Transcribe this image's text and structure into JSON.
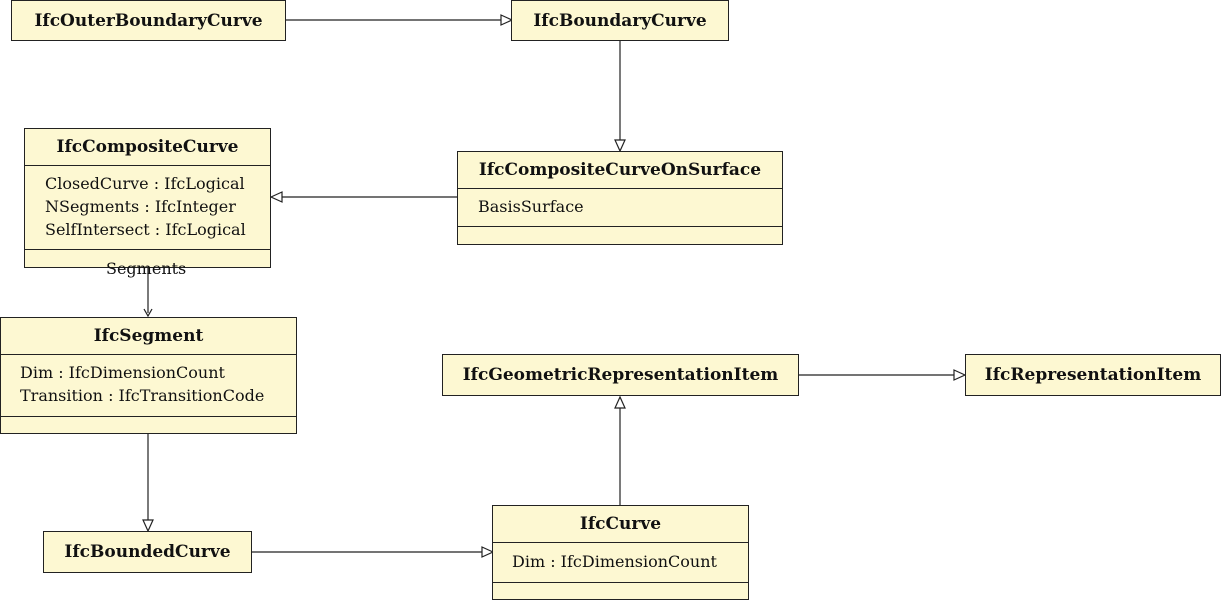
{
  "classes": {
    "outer_boundary_curve": {
      "name": "IfcOuterBoundaryCurve"
    },
    "boundary_curve": {
      "name": "IfcBoundaryCurve"
    },
    "composite_curve": {
      "name": "IfcCompositeCurve",
      "attributes": [
        "ClosedCurve : IfcLogical",
        "NSegments : IfcInteger",
        "SelfIntersect : IfcLogical"
      ]
    },
    "composite_curve_on_surface": {
      "name": "IfcCompositeCurveOnSurface",
      "attributes": [
        "BasisSurface"
      ]
    },
    "segment": {
      "name": "IfcSegment",
      "attributes": [
        "Dim : IfcDimensionCount",
        "Transition : IfcTransitionCode"
      ]
    },
    "geometric_representation_item": {
      "name": "IfcGeometricRepresentationItem"
    },
    "representation_item": {
      "name": "IfcRepresentationItem"
    },
    "bounded_curve": {
      "name": "IfcBoundedCurve"
    },
    "curve": {
      "name": "IfcCurve",
      "attributes": [
        "Dim : IfcDimensionCount"
      ]
    }
  },
  "associations": {
    "segments_label": "Segments"
  }
}
